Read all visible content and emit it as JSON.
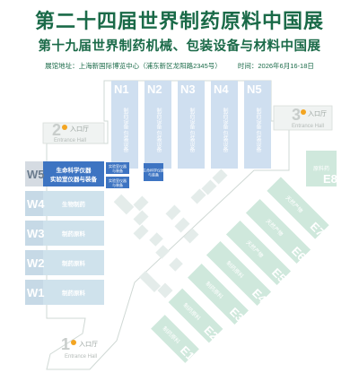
{
  "title": "第二十四届世界制药原料中国展",
  "subtitle": "第十九届世界制药机械、包装设备与材料中国展",
  "venue": "展馆地址：上海新国际博览中心（浦东新区龙阳路2345号）",
  "time": "时间：2026年6月16-18日",
  "colors": {
    "title": "#1a6a48",
    "north_hall": "#cfdff0",
    "west_hall": "#cfe2ec",
    "east_hall": "#cfe8dc",
    "highlight": "#3d74c2",
    "zone_text": "#ffffff"
  },
  "entrances": [
    {
      "num": "1",
      "label": "入口厅",
      "en": "Entrance Hall"
    },
    {
      "num": "2",
      "label": "入口厅",
      "en": "Entrance Hall"
    },
    {
      "num": "3",
      "label": "入口厅",
      "en": "Entrance Hall"
    }
  ],
  "north_halls": [
    {
      "id": "N1",
      "zone": "制药设备 包装设备"
    },
    {
      "id": "N2",
      "zone": "制药设备 包装设备"
    },
    {
      "id": "N3",
      "zone": "制药设备 包装设备"
    },
    {
      "id": "N4",
      "zone": "制药设备 包装设备"
    },
    {
      "id": "N5",
      "zone": "制药设备 包装设备"
    }
  ],
  "west_halls": [
    {
      "id": "W5",
      "zone_line1": "生命科学仪器",
      "zone_line2": "实验室仪器与装备",
      "highlight": true
    },
    {
      "id": "W4",
      "zone_line1": "生物制药",
      "zone_line2": "",
      "highlight": false
    },
    {
      "id": "W3",
      "zone_line1": "制药原料",
      "zone_line2": "",
      "highlight": false
    },
    {
      "id": "W2",
      "zone_line1": "制药原料",
      "zone_line2": "",
      "highlight": false
    },
    {
      "id": "W1",
      "zone_line1": "制药原料",
      "zone_line2": "",
      "highlight": false
    }
  ],
  "highlight_small": [
    {
      "line1": "实验室仪器",
      "line2": "与装备"
    },
    {
      "line1": "实验室仪器",
      "line2": "与装备"
    },
    {
      "line1": "生命科学仪器",
      "line2": "与装备"
    }
  ],
  "east_halls": [
    {
      "id": "E1",
      "zone": "制药原料"
    },
    {
      "id": "E2",
      "zone": "制药原料"
    },
    {
      "id": "E3",
      "zone": "制药原料"
    },
    {
      "id": "E4",
      "zone": "制药原料"
    },
    {
      "id": "E5",
      "zone": "天然产物"
    },
    {
      "id": "E6",
      "zone": "天然产物"
    },
    {
      "id": "E7",
      "zone": "天然产物"
    },
    {
      "id": "E8",
      "zone": "原料药"
    }
  ]
}
